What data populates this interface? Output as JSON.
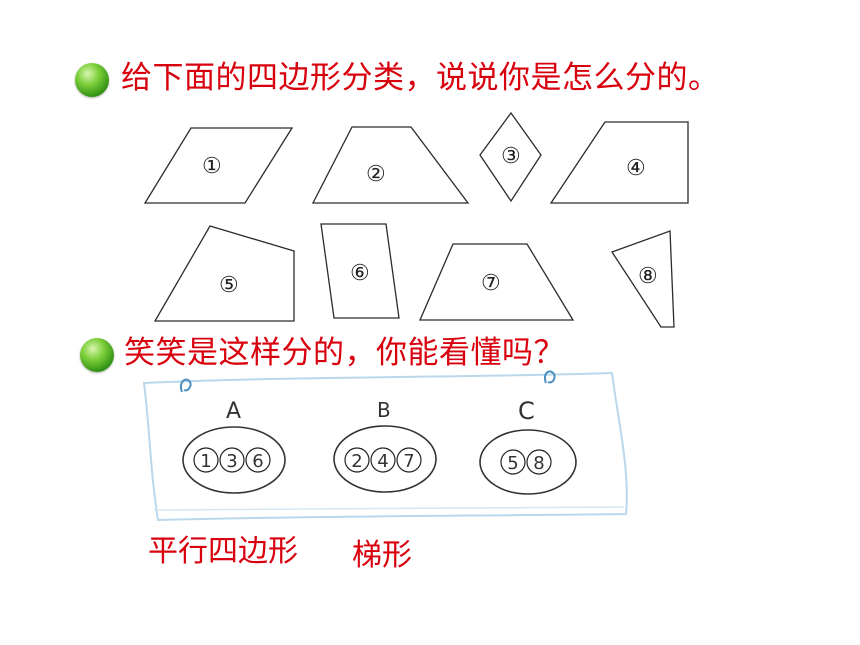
{
  "task1": {
    "text": "给下面的四边形分类，说说你是怎么分的。"
  },
  "task2": {
    "text": "笑笑是这样分的，你能看懂吗？"
  },
  "shapes": [
    {
      "label": "①"
    },
    {
      "label": "②"
    },
    {
      "label": "③"
    },
    {
      "label": "④"
    },
    {
      "label": "⑤"
    },
    {
      "label": "⑥"
    },
    {
      "label": "⑦"
    },
    {
      "label": "⑧"
    }
  ],
  "groups": [
    {
      "name": "A",
      "members": [
        "1",
        "3",
        "6"
      ]
    },
    {
      "name": "B",
      "members": [
        "2",
        "4",
        "7"
      ]
    },
    {
      "name": "C",
      "members": [
        "5",
        "8"
      ]
    }
  ],
  "labels": {
    "parallelogram": "平行四边形",
    "trapezoid": "梯形"
  },
  "colors": {
    "heading": "#d9000d",
    "paper_border": "#b9d8ec",
    "bullet": "#3fa21a"
  }
}
